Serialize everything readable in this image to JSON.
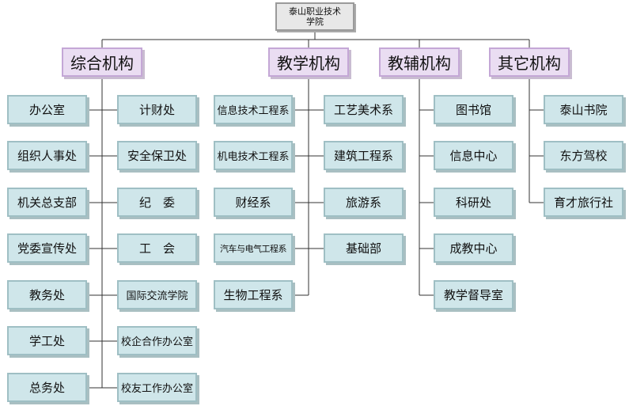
{
  "root": {
    "line1": "泰山职业技术",
    "line2": "学院"
  },
  "categories": {
    "c1": "综合机构",
    "c2": "教学机构",
    "c3": "教辅机构",
    "c4": "其它机构"
  },
  "units": {
    "c1_left": [
      "办公室",
      "组织人事处",
      "机关总支部",
      "党委宣传处",
      "教务处",
      "学工处",
      "总务处"
    ],
    "c1_right": [
      "计财处",
      "安全保卫处",
      "纪　委",
      "工　会",
      "国际交流学院",
      "校企合作办公室",
      "校友工作办公室"
    ],
    "c2_left": [
      "信息技术工程系",
      "机电技术工程系",
      "财经系",
      "汽车与电气工程系",
      "生物工程系"
    ],
    "c2_right": [
      "工艺美术系",
      "建筑工程系",
      "旅游系",
      "基础部"
    ],
    "c3": [
      "图书馆",
      "信息中心",
      "科研处",
      "成教中心",
      "教学督导室"
    ],
    "c4": [
      "泰山书院",
      "东方驾校",
      "育才旅行社"
    ]
  }
}
